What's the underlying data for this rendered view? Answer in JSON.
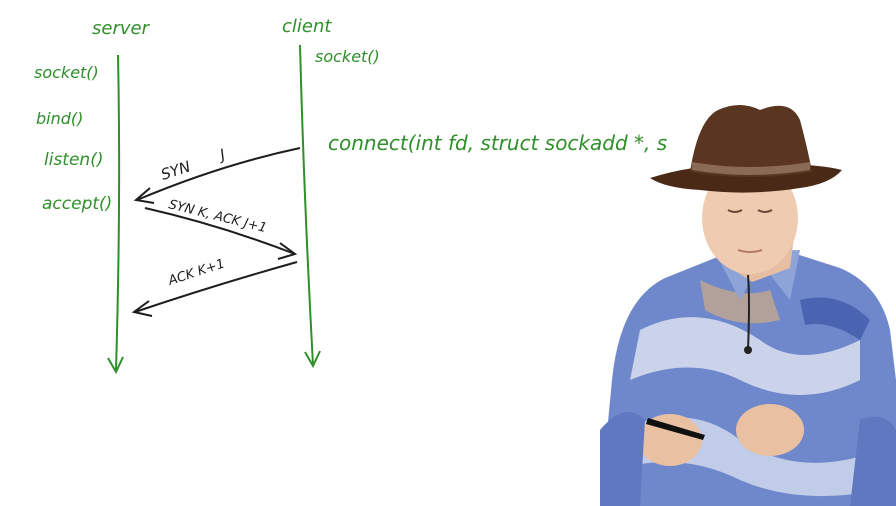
{
  "diagram": {
    "server_label": "server",
    "client_label": "client",
    "server_calls": [
      "socket()",
      "bind()",
      "listen()",
      "accept()"
    ],
    "client_calls": [
      "socket()"
    ],
    "connect_call": "connect(int fd, struct sockadd *, s",
    "messages": [
      {
        "label_left": "SYN",
        "label_right": "J"
      },
      {
        "label": "SYN K, ACK J+1"
      },
      {
        "label": "ACK K+1"
      }
    ]
  },
  "colors": {
    "ink_green": "#2f8f2a",
    "ink_black": "#1d1d1d"
  },
  "presenter": {
    "hat": "brown cowboy hat",
    "shirt": "blue and white tie-dye shirt",
    "holding": "marker"
  }
}
